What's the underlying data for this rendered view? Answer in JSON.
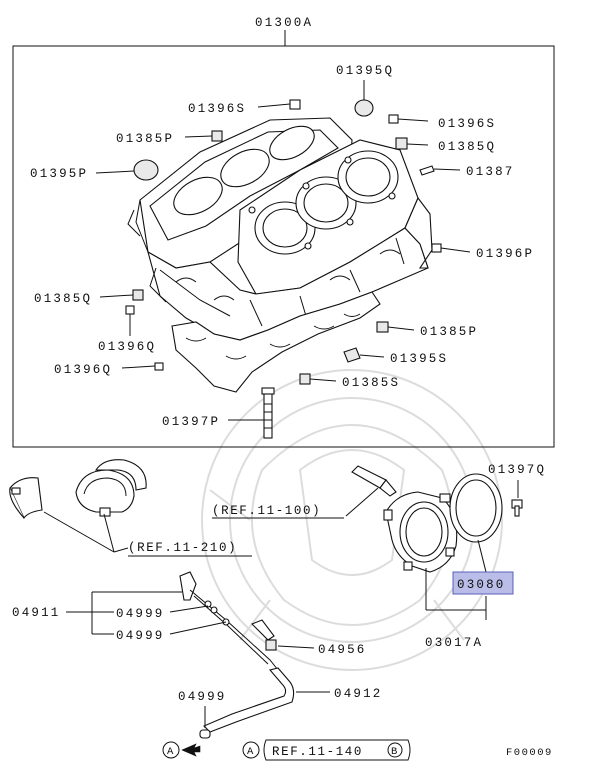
{
  "labels": {
    "block": "01300A",
    "c1395q": "01395Q",
    "c1396s_a": "01396S",
    "c1396s_b": "01396S",
    "c1385p_a": "01385P",
    "c1385q_a": "01385Q",
    "c1395p": "01395P",
    "c1387": "01387",
    "c1396p": "01396P",
    "c1385q_b": "01385Q",
    "c1385p_b": "01385P",
    "c1396q_a": "01396Q",
    "c1395s": "01395S",
    "c1396q_b": "01396Q",
    "c1385s": "01385S",
    "c1397p": "01397P",
    "c1397q": "01397Q",
    "c03080": "03080",
    "c03017a": "03017A",
    "c04911": "04911",
    "c04999_a": "04999",
    "c04999_b": "04999",
    "c04956": "04956",
    "c04999_c": "04999",
    "c04912": "04912",
    "ref_11_100": "(REF.11-100)",
    "ref_11_210": "(REF.11-210)",
    "ref_11_140": "REF.11-140",
    "circle_a_1": "A",
    "circle_a_2": "A",
    "circle_b": "B",
    "figure_id": "F00009"
  },
  "colors": {
    "highlight": "#b9bde8",
    "highlight_border": "#5a60b8",
    "line": "#111111",
    "watermark": "#d9d9d9"
  }
}
